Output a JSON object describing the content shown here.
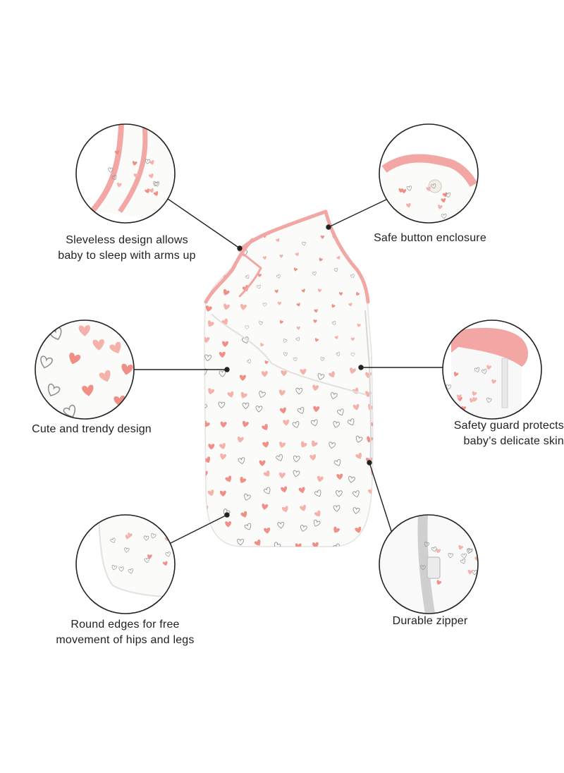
{
  "colors": {
    "accent_pink": "#f2a7a4",
    "heart_pink": "#f08f86",
    "heart_gray": "#8d8d8d",
    "fabric": "#fbfbfa",
    "line": "#222222"
  },
  "callouts": {
    "sleeveless": {
      "line1": "Sleveless design allows",
      "line2": "baby to sleep with arms up"
    },
    "button": {
      "line1": "Safe button enclosure"
    },
    "trendy": {
      "line1": "Cute and trendy design"
    },
    "guard": {
      "line1": "Safety guard protects",
      "line2": "baby’s delicate skin"
    },
    "edges": {
      "line1": "Round edges for free",
      "line2": "movement of hips and legs"
    },
    "zipper": {
      "line1": "Durable zipper"
    }
  }
}
